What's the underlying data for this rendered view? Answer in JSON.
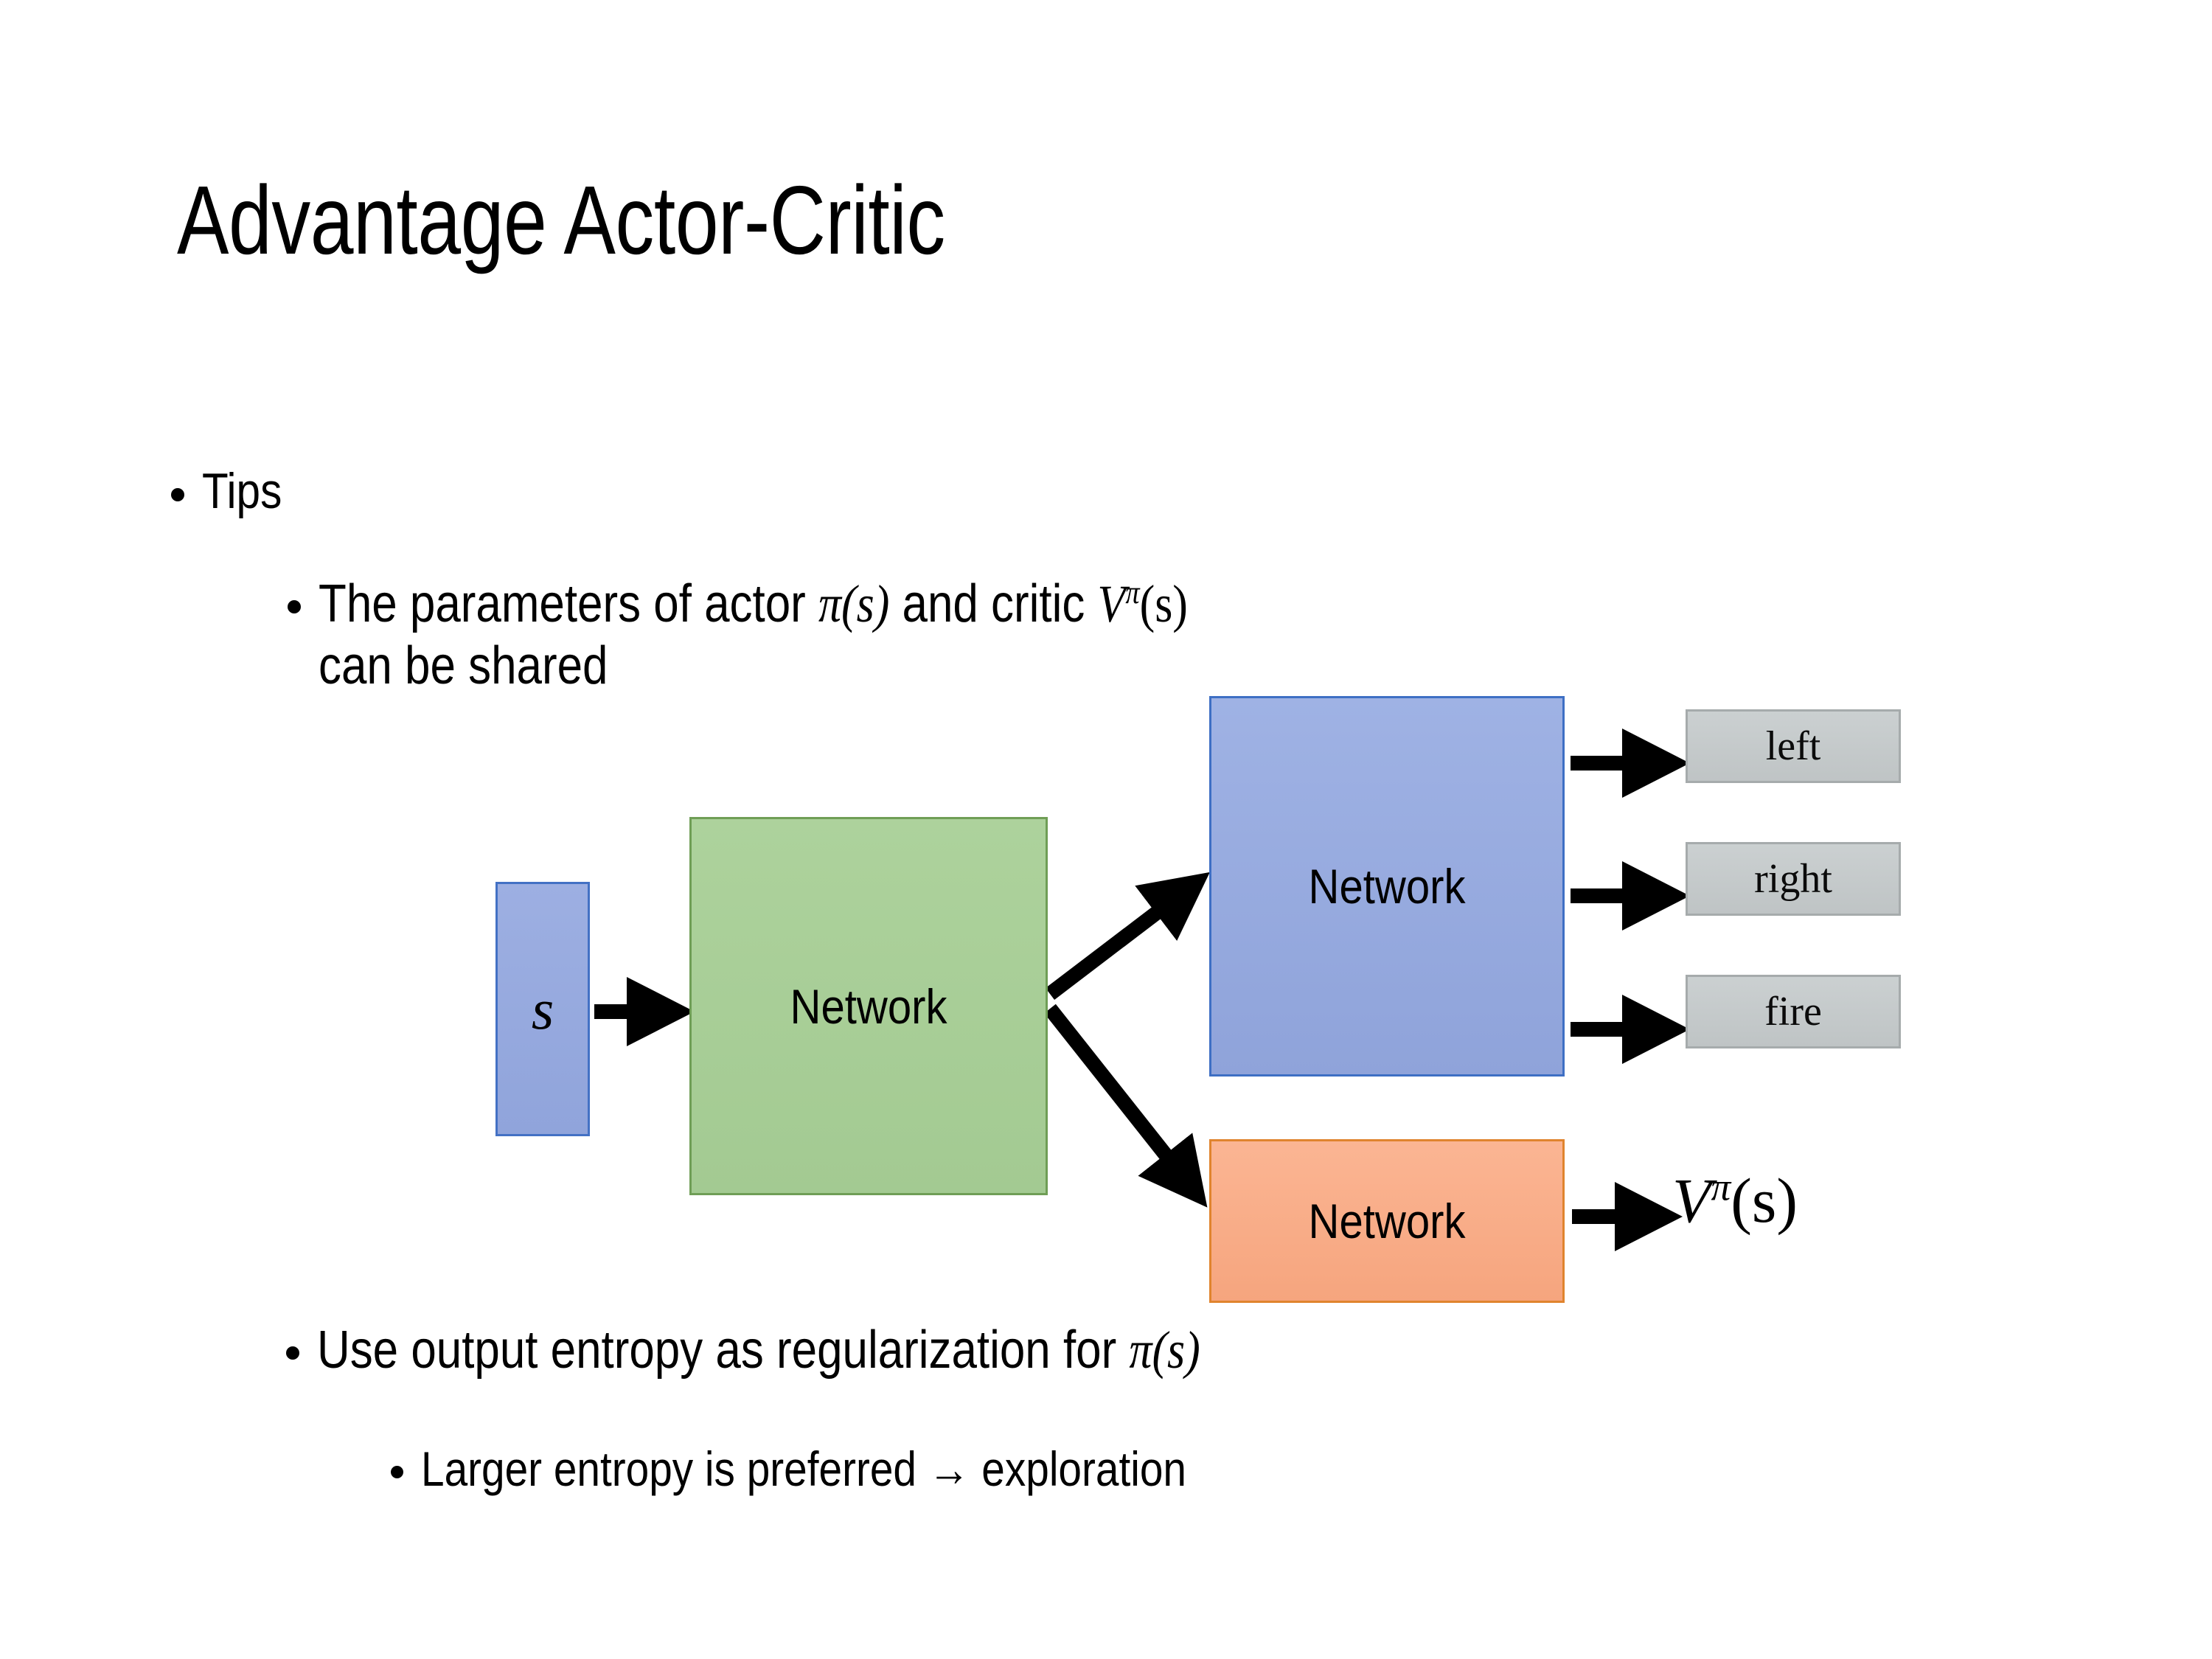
{
  "slide": {
    "title": "Advantage Actor-Critic",
    "background": "#ffffff"
  },
  "bullets": [
    {
      "level": 1,
      "text": "Tips"
    },
    {
      "level": 2,
      "text_before_math": "The parameters of actor ",
      "math_1": "π(s)",
      "text_middle": "  and critic ",
      "math_2_base": "V",
      "math_2_sup": "π",
      "math_2_arg": "(s)",
      "line2": "can be shared"
    },
    {
      "level": 2,
      "text_before_math": "Use output entropy as regularization for ",
      "math_1": "π(s)"
    },
    {
      "level": 3,
      "text": "Larger entropy is preferred → exploration"
    }
  ],
  "diagram": {
    "input_box": {
      "label": "s",
      "fill": "#95A8DE",
      "border": "#4371C4"
    },
    "shared_network": {
      "label": "Network",
      "fill": "#A8CE9A",
      "border": "#6F9E56"
    },
    "actor_network": {
      "label": "Network",
      "fill": "#95A8DE",
      "border": "#3E6FC4"
    },
    "critic_network": {
      "label": "Network",
      "fill": "#F8AD86",
      "border": "#E0842E"
    },
    "actions": [
      {
        "label": "left"
      },
      {
        "label": "right"
      },
      {
        "label": "fire"
      }
    ],
    "critic_output": {
      "base": "V",
      "sup": "π",
      "arg": "(s)"
    },
    "action_box_fill": "#C5CACB",
    "action_box_border": "#A6ABAC",
    "arrow_color": "#000000"
  }
}
